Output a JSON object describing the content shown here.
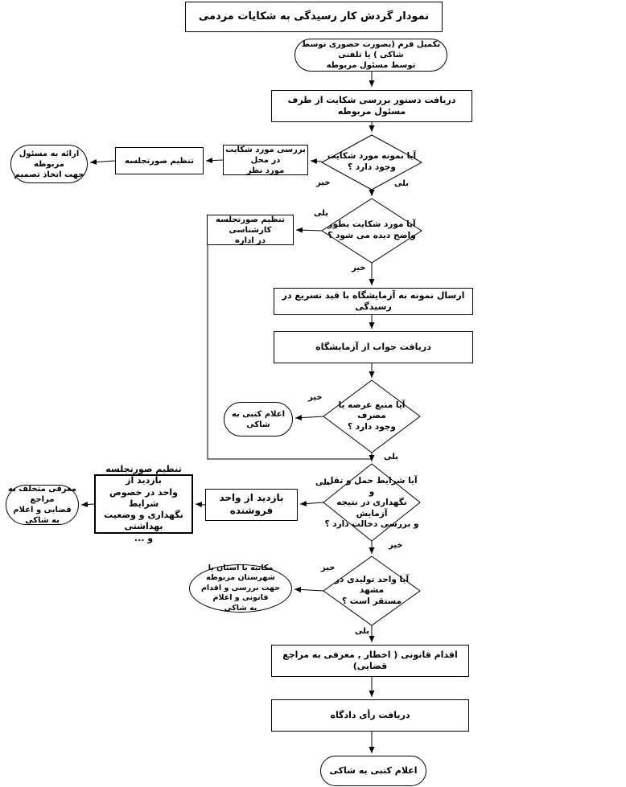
{
  "title": "نمودار گردش کار رسیدگی به شکایات مردمی",
  "labels": {
    "yes": "بلی",
    "no": "خیر"
  },
  "nodes": {
    "start": "تکمیل فرم (بصورت حضوری توسط شاکی ) یا تلفنی\nتوسط مسئول مربوطه",
    "receive_order": "دریافت دستور بررسی شکایت از طرف مسئول مربوطه",
    "d_sample_exists": "آیا نمونه مورد شکایت\nوجود دارد ؟",
    "inspect_site": "بررسی مورد شکایت در محل\nمورد نظر",
    "prepare_minutes": "تنظیم صورتجلسه",
    "present_to_official": "ارائه به مسئول مربوطه\nجهت اتخاذ تصمیم",
    "d_clearly_visible": "آیا مورد شکایت بطور\nواضح دیده می شود ؟",
    "expert_minutes": "تنظیم صورتجلسه کارشناسی\nدر اداره",
    "send_to_lab": "ارسال نمونه به آزمایشگاه با قید تسریع در رسیدگی",
    "receive_lab_answer": "دریافت جواب از آزمایشگاه",
    "d_supply_source": "آیا منبع عرضه یا مصرف\nوجود دارد ؟",
    "written_notice": "اعلام کتبی به شاکی",
    "d_transport_conditions": "آیا شرایط حمل و نقل و\nنگهداری در نتیجه آزمایش\nو بررسی دخالت دارد ؟",
    "visit_seller": "بازدید از واحد فروشنده",
    "visit_minutes": "تنظیم صورتجلسه بازدید از\nواحد در خصوص شرایط\nنگهداری و وضعیت بهداشتی\nو ...",
    "refer_offender": "معرفی متخلف به مراجع\nقضایی و اعلام به شاکی",
    "d_producer_in_mashhad": "آیا واحد تولیدی در مشهد\nمستقر است ؟",
    "correspond_province": "مکاتبه با استان یا شهرستان مربوطه\nجهت بررسی و اقدام قانونی و اعلام\nبه شاکی",
    "legal_action": "اقدام قانونی ( اخطار , معرفی به مراجع قضایی)",
    "court_verdict": "دریافت رأی دادگاه",
    "final_written_notice": "اعلام کتبی به شاکی"
  },
  "colors": {
    "line": "#000000",
    "background": "#ffffff"
  }
}
